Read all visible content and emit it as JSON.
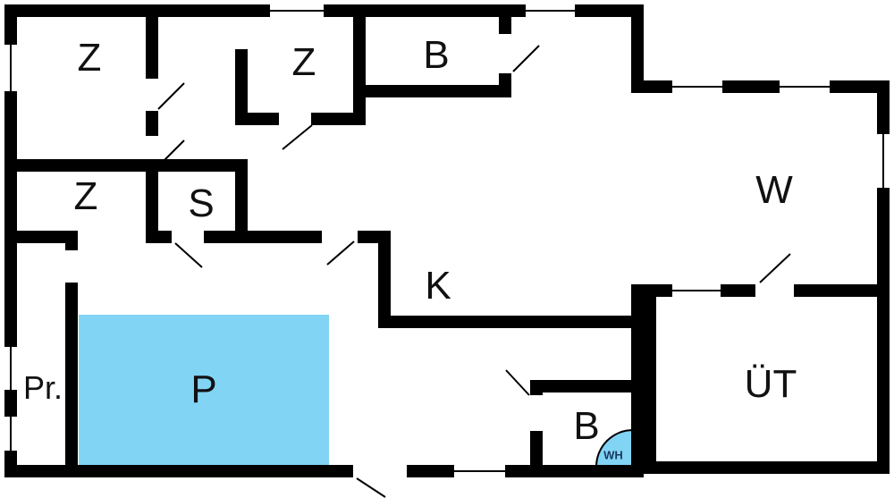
{
  "colors": {
    "wall": "#000000",
    "pool": "#82d4f5",
    "background": "#ffffff",
    "label": "#111111",
    "wh_label": "#173a5e"
  },
  "rooms": [
    {
      "name": "bedroom-top-left",
      "label": "Z"
    },
    {
      "name": "bedroom-left",
      "label": "Z"
    },
    {
      "name": "bedroom-middle",
      "label": "Z"
    },
    {
      "name": "bathroom-top",
      "label": "B"
    },
    {
      "name": "storage",
      "label": "S"
    },
    {
      "name": "living-room",
      "label": "W"
    },
    {
      "name": "kitchen",
      "label": "K"
    },
    {
      "name": "pool",
      "label": "P"
    },
    {
      "name": "pantry",
      "label": "Pr."
    },
    {
      "name": "bathroom-bottom",
      "label": "B"
    },
    {
      "name": "covered-terrace",
      "label": "ÜT"
    },
    {
      "name": "water-heater",
      "label": "WH"
    }
  ]
}
